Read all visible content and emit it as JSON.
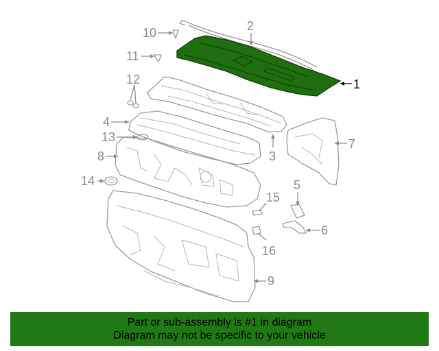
{
  "diagram": {
    "callouts": [
      {
        "id": "1",
        "label": "1"
      },
      {
        "id": "2",
        "label": "2"
      },
      {
        "id": "3",
        "label": "3"
      },
      {
        "id": "4",
        "label": "4"
      },
      {
        "id": "5",
        "label": "5"
      },
      {
        "id": "6",
        "label": "6"
      },
      {
        "id": "7",
        "label": "7"
      },
      {
        "id": "8",
        "label": "8"
      },
      {
        "id": "9",
        "label": "9"
      },
      {
        "id": "10",
        "label": "10"
      },
      {
        "id": "11",
        "label": "11"
      },
      {
        "id": "12",
        "label": "12"
      },
      {
        "id": "13",
        "label": "13"
      },
      {
        "id": "14",
        "label": "14"
      },
      {
        "id": "15",
        "label": "15"
      },
      {
        "id": "16",
        "label": "16"
      }
    ],
    "highlighted_part": "1",
    "colors": {
      "highlight": "#1f6e0f",
      "outline": "#9a9a9a",
      "banner": "#1f7a14"
    }
  },
  "banner": {
    "line1": "Part or sub-assembly is #1 in diagram",
    "line2": "Diagram may not be specific to your vehicle"
  }
}
